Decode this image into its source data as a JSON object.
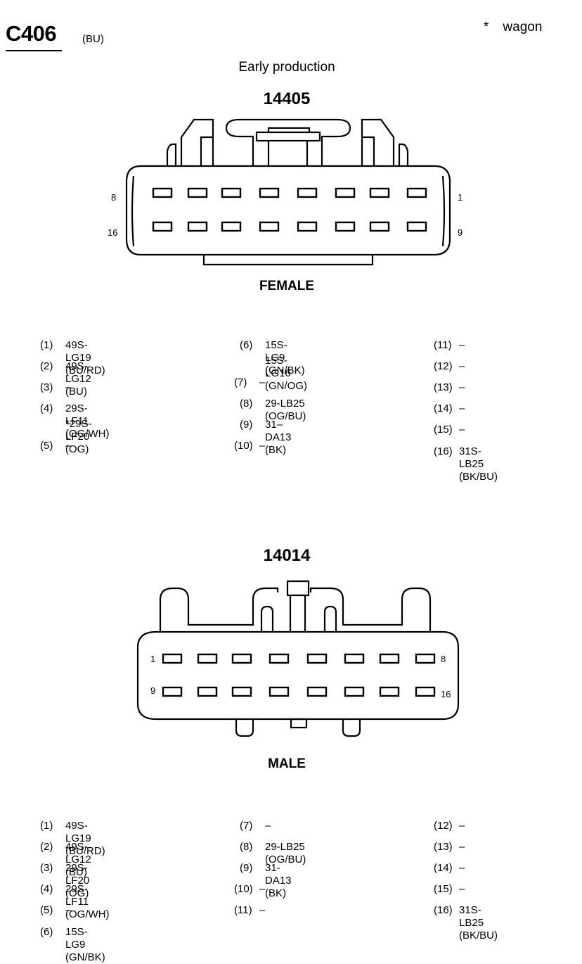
{
  "header": {
    "connector": "C406",
    "color_code": "(BU)",
    "note_mark": "*",
    "note_text": "wagon",
    "production": "Early production"
  },
  "female": {
    "part": "14405",
    "label": "FEMALE",
    "left_top": "8",
    "left_bottom": "16",
    "right_top": "1",
    "right_bottom": "9",
    "pins": [
      {
        "num": "(1)",
        "val": "49S-LG19 (BU/RD)"
      },
      {
        "num": "(2)",
        "val": "49S-LG12 (BU)"
      },
      {
        "num": "(3)",
        "val": "–"
      },
      {
        "num": "(4)",
        "val": "29S-LF11 (OG/WH)",
        "val2": "*29S-LF20 (OG)"
      },
      {
        "num": "(5)",
        "val": "–"
      },
      {
        "num": "(6)",
        "val": "15S-LG9 (GN/BK)",
        "val2": "15S-LG16 (GN/OG)"
      },
      {
        "num": "(7)",
        "val": "–"
      },
      {
        "num": "(8)",
        "val": "29-LB25 (OG/BU)"
      },
      {
        "num": "(9)",
        "val": "31–DA13 (BK)"
      },
      {
        "num": "(10)",
        "val": "–"
      },
      {
        "num": "(11)",
        "val": "–"
      },
      {
        "num": "(12)",
        "val": "–"
      },
      {
        "num": "(13)",
        "val": "–"
      },
      {
        "num": "(14)",
        "val": "–"
      },
      {
        "num": "(15)",
        "val": "–"
      },
      {
        "num": "(16)",
        "val": "31S-LB25 (BK/BU)"
      }
    ]
  },
  "male": {
    "part": "14014",
    "label": "MALE",
    "left_top": "1",
    "left_bottom": "9",
    "right_top": "8",
    "right_bottom": "16",
    "pins": [
      {
        "num": "(1)",
        "val": "49S-LG19 (BU/RD)"
      },
      {
        "num": "(2)",
        "val": "49S-LG12 (BU)"
      },
      {
        "num": "(3)",
        "val": "29S-LF20 (OG)"
      },
      {
        "num": "(4)",
        "val": "29S-LF11 (OG/WH)"
      },
      {
        "num": "(5)",
        "val": "–"
      },
      {
        "num": "(6)",
        "val": "15S-LG9 (GN/BK)"
      },
      {
        "num": "(7)",
        "val": "–"
      },
      {
        "num": "(8)",
        "val": "29-LB25 (OG/BU)"
      },
      {
        "num": "(9)",
        "val": "31-DA13 (BK)"
      },
      {
        "num": "(10)",
        "val": "–"
      },
      {
        "num": "(11)",
        "val": "–"
      },
      {
        "num": "(12)",
        "val": "–"
      },
      {
        "num": "(13)",
        "val": "–"
      },
      {
        "num": "(14)",
        "val": "–"
      },
      {
        "num": "(15)",
        "val": "–"
      },
      {
        "num": "(16)",
        "val": "31S-LB25 (BK/BU)"
      }
    ]
  }
}
